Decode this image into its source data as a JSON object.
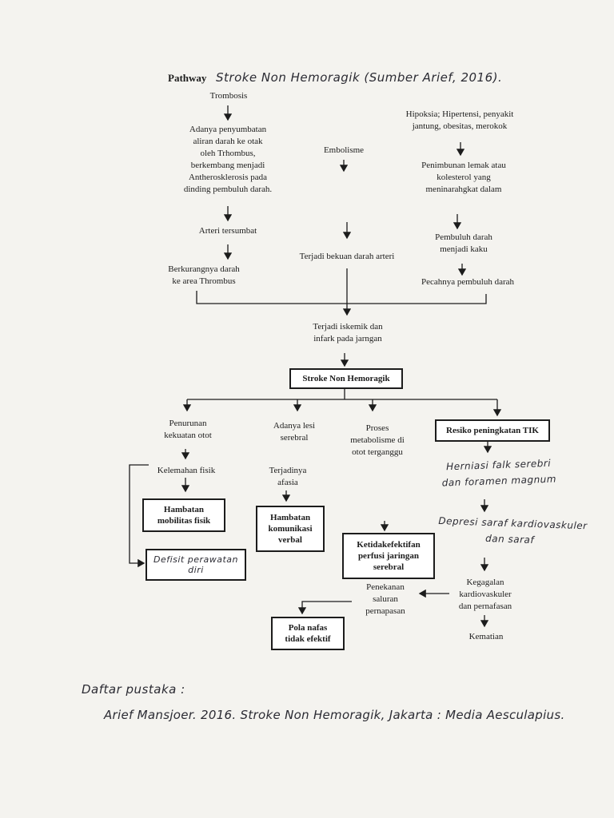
{
  "header": {
    "label": "Pathway",
    "handwritten_title": "Stroke Non Hemoragik (Sumber Arief, 2016)."
  },
  "left_column": {
    "trombosis": "Trombosis",
    "penyumbatan": [
      "Adanya penyumbatan",
      "aliran darah ke otak",
      "oleh Trhombus,",
      "berkembang menjadi",
      "Antherosklerosis pada",
      "dinding pembuluh darah."
    ],
    "arteri_tersumbat": "Arteri tersumbat",
    "berkurangnya": [
      "Berkurangnya darah",
      "ke area Thrombus"
    ]
  },
  "middle_column": {
    "embolisme": "Embolisme",
    "bekuan": "Terjadi bekuan darah arteri"
  },
  "right_column": {
    "hipoksia": [
      "Hipoksia; Hipertensi, penyakit",
      "jantung, obesitas, merokok"
    ],
    "penimbunan": [
      "Penimbunan lemak atau",
      "kolesterol yang",
      "meninarahgkat dalam"
    ],
    "kaku": [
      "Pembuluh darah",
      "menjadi kaku"
    ],
    "pecahnya": "Pecahnya pembuluh darah"
  },
  "center": {
    "iskemik": [
      "Terjadi iskemik dan",
      "infark pada jarngan"
    ],
    "stroke_box": "Stroke Non Hemoragik"
  },
  "branches": {
    "penurunan": [
      "Penurunan",
      "kekuatan otot"
    ],
    "kelemahan": "Kelemahan fisik",
    "hambatan_mobilitas": [
      "Hambatan",
      "mobilitas fisik"
    ],
    "defisit": [
      "Defisit perawatan",
      "diri"
    ],
    "lesi": [
      "Adanya lesi",
      "serebral"
    ],
    "afasia": [
      "Terjadinya",
      "afasia"
    ],
    "hambatan_komunikasi": [
      "Hambatan",
      "komunikasi",
      "verbal"
    ],
    "proses": [
      "Proses",
      "metabolisme di",
      "otot terganggu"
    ],
    "ketidakefektifan": [
      "Ketidakefektifan",
      "perfusi jaringan",
      "serebral"
    ],
    "resiko_box": "Resiko peningkatan TIK",
    "herniasi": [
      "Herniasi falk serebri",
      "dan foramen magnum"
    ],
    "depresi": [
      "Depresi saraf kardiovaskuler",
      "dan saraf"
    ],
    "kegagalan": [
      "Kegagalan",
      "kardiovaskuler",
      "dan pernafasan"
    ],
    "kematian": "Kematian",
    "penekanan": [
      "Penekanan",
      "saluran",
      "pernapasan"
    ],
    "pola_nafas": [
      "Pola nafas",
      "tidak efektif"
    ]
  },
  "footer": {
    "daftar": "Daftar pustaka :",
    "reference": "Arief Mansjoer. 2016. Stroke Non Hemoragik, Jakarta : Media Aesculapius."
  }
}
